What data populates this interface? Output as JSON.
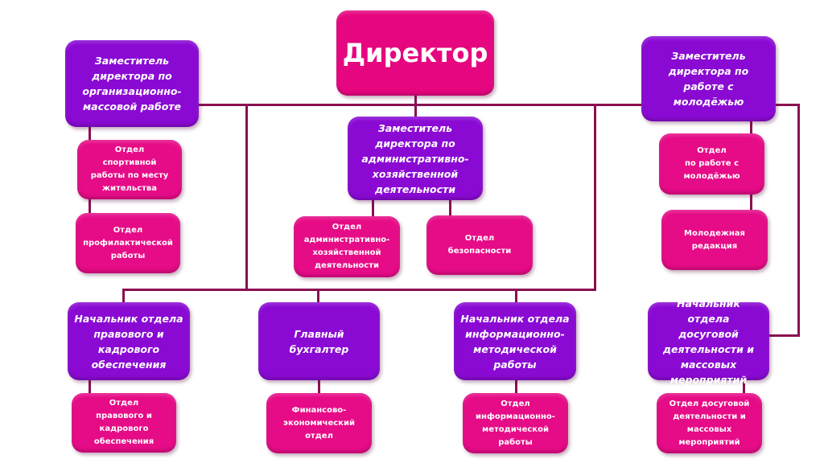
{
  "colors": {
    "director": "#e6067f",
    "deputy": "#8a0ad4",
    "department": "#e60b86",
    "connector": "#8a0f52"
  },
  "director": "Директор",
  "deputies": {
    "org_mass": "Заместитель\nдиректора по\nорганизационно-\nмассовой работе",
    "admin": "Заместитель\nдиректора по\nадминистративно-\nхозяйственной\nдеятельности",
    "youth": "Заместитель\nдиректора по\nработе с\nмолодёжью"
  },
  "heads": {
    "legal": "Начальник отдела\nправового и\nкадрового\nобеспечения",
    "accountant": "Главный\nбухгалтер",
    "info": "Начальник отдела\nинформационно-\nметодической\nработы",
    "leisure": "Начальник отдела\nдосуговой\nдеятельности и\nмассовых\nмероприятий"
  },
  "departments": {
    "sport": "Отдел\nспортивной\nработы по месту\nжительства",
    "prevention": "Отдел\nпрофилактической\nработы",
    "admin_dept": "Отдел\nадминистративно-\nхозяйственной\nдеятельности",
    "security": "Отдел\nбезопасности",
    "youth_dept": "Отдел\nпо работе с\nмолодёжью",
    "youth_editorial": "Молодежная\nредакция",
    "legal_dept": "Отдел\nправового и\nкадрового\nобеспечения",
    "finance": "Финансово-\nэкономический\nотдел",
    "info_dept": "Отдел\nинформационно-\nметодической\nработы",
    "leisure_dept": "Отдел досуговой\nдеятельности и\nмассовых\nмероприятий"
  }
}
